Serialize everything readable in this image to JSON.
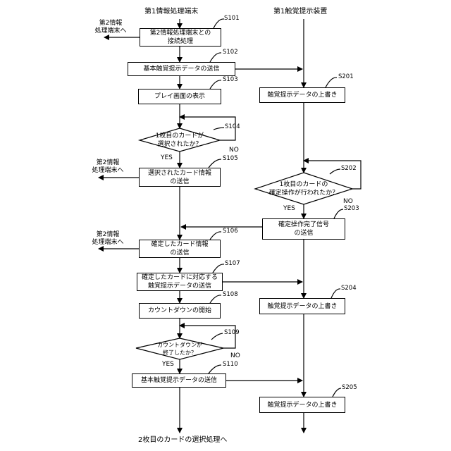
{
  "headers": {
    "left": "第1情報処理端末",
    "right": "第1触覚提示装置"
  },
  "steps": {
    "s101": {
      "id": "S101",
      "text": "第2情報処理端末との\n接続処理"
    },
    "s102": {
      "id": "S102",
      "text": "基本触覚提示データの送信"
    },
    "s103": {
      "id": "S103",
      "text": "プレイ画面の表示"
    },
    "s104": {
      "id": "S104",
      "text": "1枚目のカードが\n選択されたか？"
    },
    "s105": {
      "id": "S105",
      "text": "選択されたカード情報\nの送信"
    },
    "s106": {
      "id": "S106",
      "text": "確定したカード情報\nの送信"
    },
    "s107": {
      "id": "S107",
      "text": "確定したカードに対応する\n触覚提示データの送信"
    },
    "s108": {
      "id": "S108",
      "text": "カウントダウンの開始"
    },
    "s109": {
      "id": "S109",
      "text": "カウントダウンが\n終了したか？"
    },
    "s110": {
      "id": "S110",
      "text": "基本触覚提示データの送信"
    },
    "s201": {
      "id": "S201",
      "text": "触覚提示データの上書き"
    },
    "s202": {
      "id": "S202",
      "text": "1枚目のカードの\n確定操作が行われたか？"
    },
    "s203": {
      "id": "S203",
      "text": "確定操作完了信号\nの送信"
    },
    "s204": {
      "id": "S204",
      "text": "触覚提示データの上書き"
    },
    "s205": {
      "id": "S205",
      "text": "触覚提示データの上書き"
    }
  },
  "side_labels": {
    "to_second_1": "第2情報\n処理端末へ",
    "to_second_2": "第2情報\n処理端末へ",
    "to_second_3": "第2情報\n処理端末へ"
  },
  "branches": {
    "yes": "YES",
    "no": "NO"
  },
  "footer": "2枚目のカードの選択処理へ"
}
